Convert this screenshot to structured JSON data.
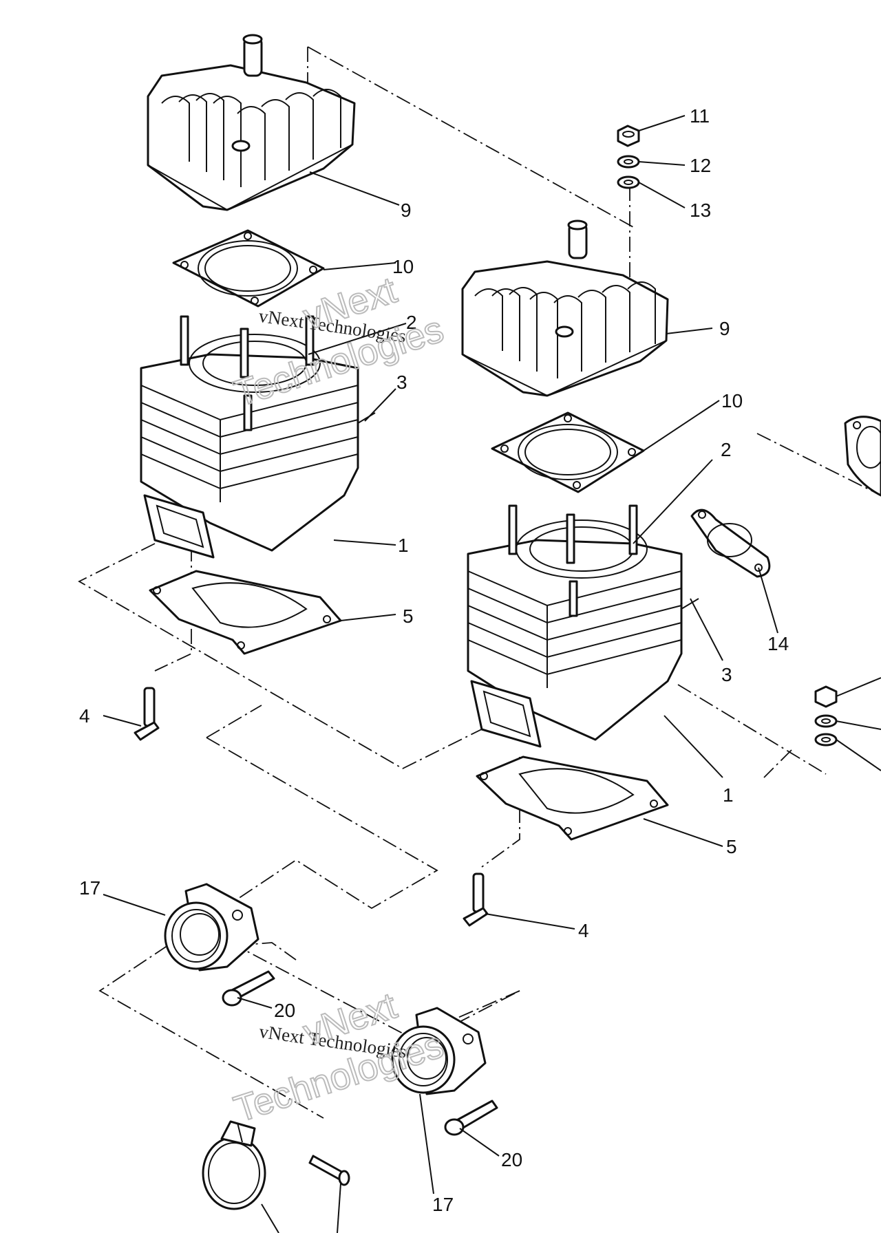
{
  "callouts": {
    "c9a": "9",
    "c10a": "10",
    "c2a": "2",
    "c3a": "3",
    "c1a": "1",
    "c5a": "5",
    "c4a": "4",
    "c11": "11",
    "c12": "12",
    "c13": "13",
    "c9b": "9",
    "c10b": "10",
    "c2b": "2",
    "c14": "14",
    "c3b": "3",
    "c1b": "1",
    "c5b": "5",
    "c4b": "4",
    "c17a": "17",
    "c20a": "20",
    "c20b": "20",
    "c17b": "17"
  },
  "watermark": {
    "line1": "vNext Technologies",
    "line2": "vNext",
    "line3": "Technologies"
  }
}
